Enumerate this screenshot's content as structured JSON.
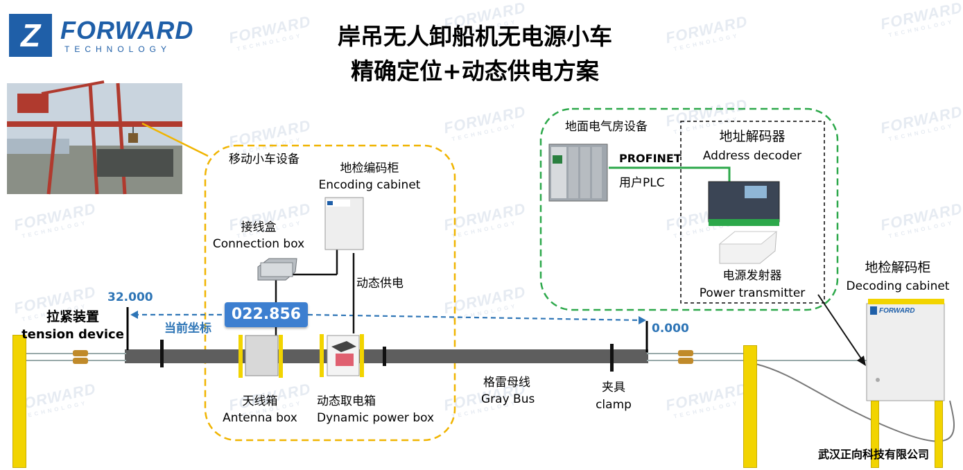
{
  "logo": {
    "brand": "FORWARD",
    "tagline": "TECHNOLOGY"
  },
  "watermark": {
    "brand": "FORWARD",
    "tagline": "TECHNOLOGY"
  },
  "title": {
    "line1": "岸吊无人卸船机无电源小车",
    "line2": "精确定位+动态供电方案"
  },
  "groups": {
    "mobile": "移动小车设备",
    "ground_room": "地面电气房设备"
  },
  "labels": {
    "encoding_cabinet_cn": "地检编码柜",
    "encoding_cabinet_en": "Encoding cabinet",
    "connection_box_cn": "接线盒",
    "connection_box_en": "Connection box",
    "dynamic_supply": "动态供电",
    "tension_cn": "拉紧装置",
    "tension_en": "tension device",
    "current_coord": "当前坐标",
    "antenna_box_cn": "天线箱",
    "antenna_box_en": "Antenna box",
    "dyn_power_box_cn": "动态取电箱",
    "dyn_power_box_en": "Dynamic power box",
    "gray_bus_cn": "格雷母线",
    "gray_bus_en": "Gray Bus",
    "clamp_cn": "夹具",
    "clamp_en": "clamp",
    "profinet": "PROFINET",
    "user_plc": "用户PLC",
    "address_decoder_cn": "地址解码器",
    "address_decoder_en": "Address decoder",
    "power_tx_cn": "电源发射器",
    "power_tx_en": "Power transmitter",
    "decoding_cabinet_cn": "地检解码柜",
    "decoding_cabinet_en": "Decoding cabinet",
    "decoder_brand": "FORWARD"
  },
  "values": {
    "start": "32.000",
    "current": "022.856",
    "end": "0.000"
  },
  "company": "武汉正向科技有限公司",
  "colors": {
    "blue": "#2e75b6",
    "orange_dash": "#f0b400",
    "green_dash": "#2ca84a",
    "post_yellow": "#f2d400"
  }
}
